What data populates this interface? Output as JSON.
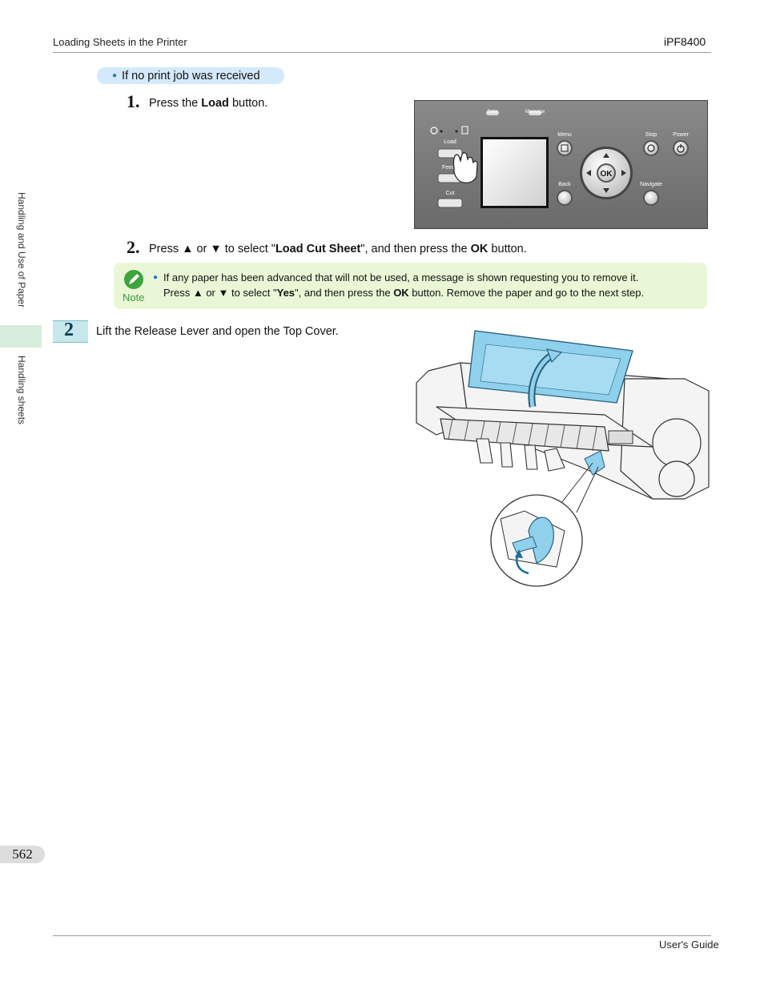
{
  "header": {
    "section": "Loading Sheets in the Printer",
    "model": "iPF8400"
  },
  "condition": "If no print job was received",
  "steps": [
    {
      "num": "1.",
      "pre": "Press the ",
      "bold": "Load",
      "post": " button."
    },
    {
      "num": "2.",
      "pre": "Press ▲ or ▼ to select \"",
      "bold": "Load Cut Sheet",
      "mid": "\", and then press the ",
      "bold2": "OK",
      "post": " button."
    }
  ],
  "panel": {
    "labels": {
      "data": "Data",
      "message": "Message",
      "load": "Load",
      "feed": "Feed",
      "cut": "Cut",
      "menu": "Menu",
      "back": "Back",
      "ok": "OK",
      "stop": "Stop",
      "power": "Power",
      "navigate": "Navigate"
    }
  },
  "note": {
    "label": "Note",
    "line1": "If any paper has been advanced that will not be used, a message is shown requesting you to remove it.",
    "line2_pre": "Press ▲ or ▼ to select \"",
    "line2_bold": "Yes",
    "line2_mid": "\", and then press the ",
    "line2_bold2": "OK",
    "line2_post": " button. Remove the paper and go to the next step."
  },
  "main_step": {
    "num": "2",
    "text": "Lift the Release Lever and open the Top Cover."
  },
  "side": {
    "tab1": "Handling and Use of Paper",
    "tab2": "Handling sheets"
  },
  "page_number": "562",
  "footer": "User's Guide",
  "colors": {
    "accent_blue": "#2277cc",
    "note_bg": "#e9f7d6",
    "pill_bg": "#d4e9fb",
    "cover_blue": "#8fd0ec"
  }
}
